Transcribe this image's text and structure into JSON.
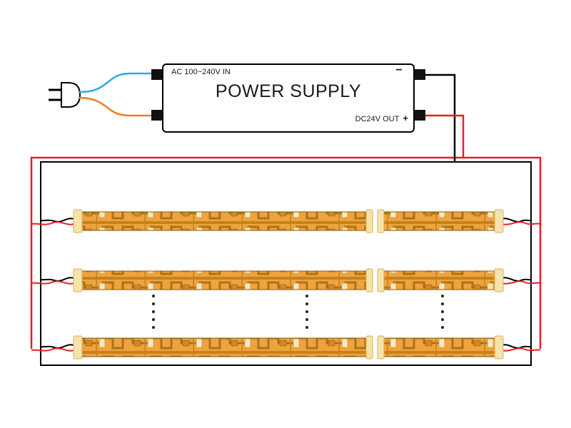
{
  "power_supply": {
    "title": "POWER SUPPLY",
    "ac_input_label": "AC 100~240V IN",
    "dc_output_label": "DC24V OUT",
    "plus_symbol": "+",
    "minus_symbol": "−"
  },
  "colors": {
    "ac_live_wire": "#2aabe2",
    "ac_neutral_wire": "#f47b20",
    "dc_positive_wire": "#ed1c24",
    "dc_negative_wire": "#000000",
    "strip_base": "#efa33c",
    "strip_pad": "#f6e2ad",
    "strip_trace": "#a9731a"
  },
  "led_panel": {
    "rows": 3,
    "segments_per_row": 2,
    "continuation_dot_columns": 3
  }
}
